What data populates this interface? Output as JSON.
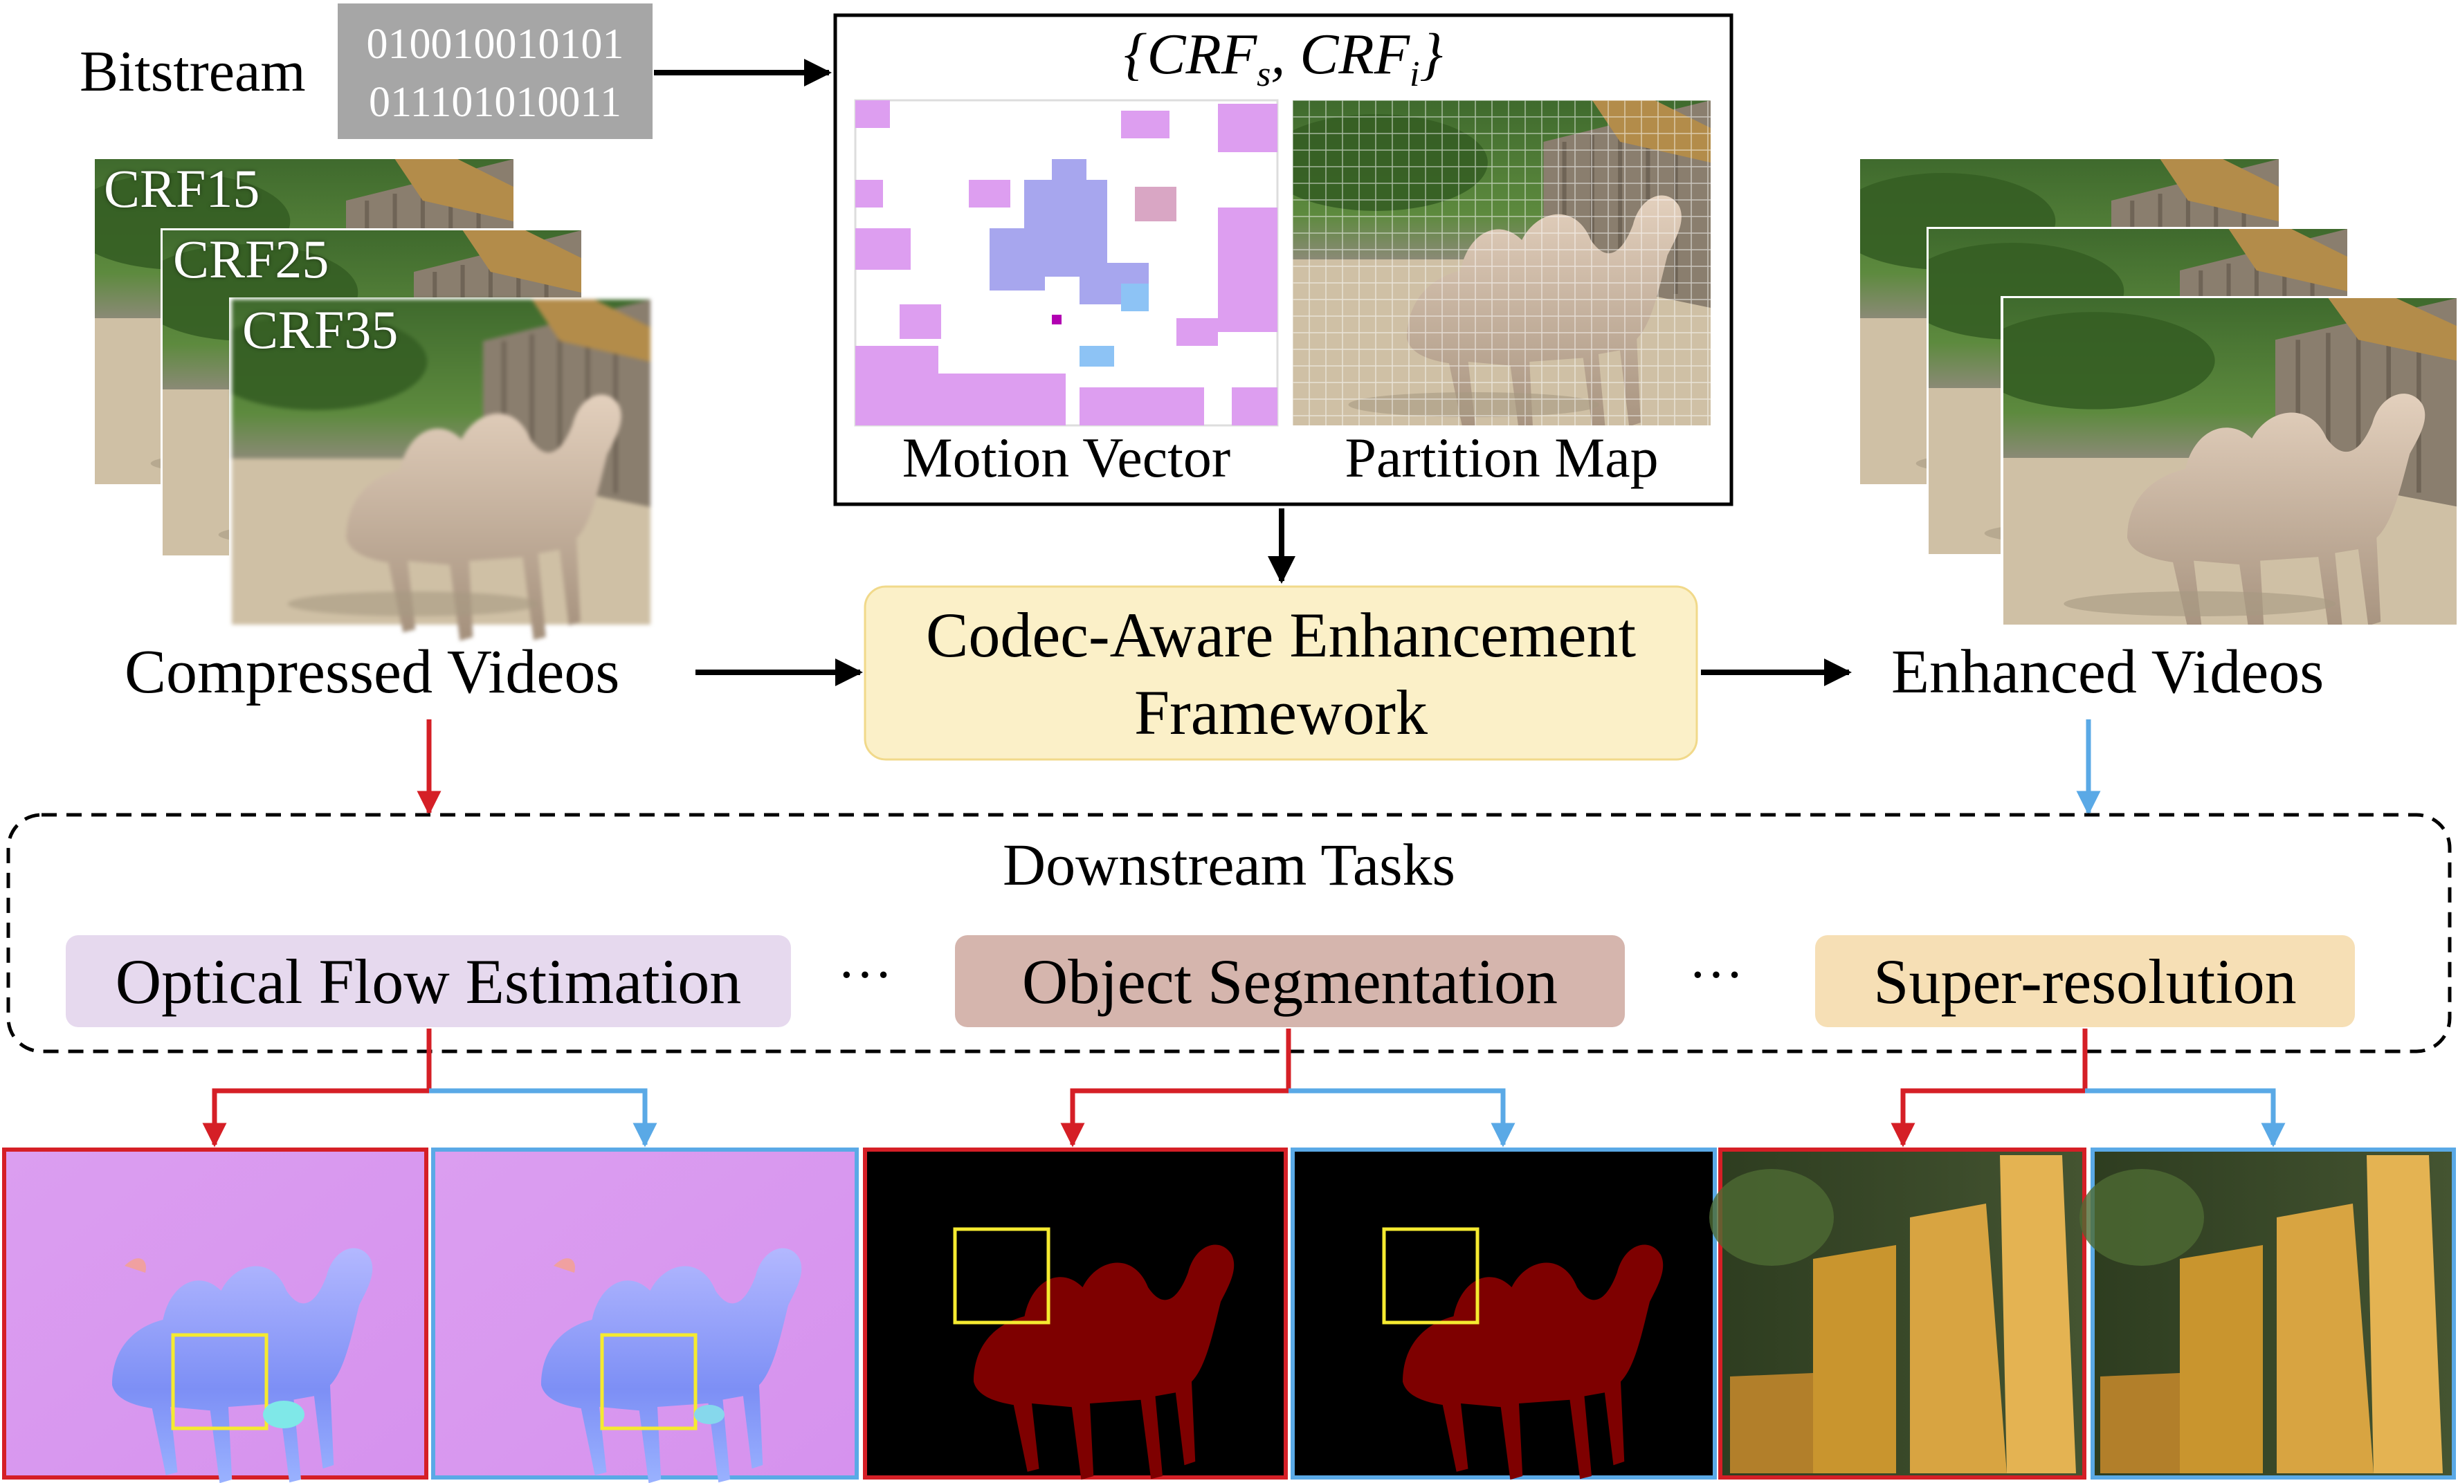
{
  "bitstream": {
    "label": "Bitstream",
    "bits_line1": "010010010101",
    "bits_line2": "011101010011"
  },
  "codec_info": {
    "title": "{CRF_s, CRF_i}",
    "title_main1": "{CRF",
    "title_sub1": "s",
    "title_sep": ", CRF",
    "title_sub2": "i",
    "title_close": "}",
    "motion_vector_label": "Motion Vector",
    "partition_map_label": "Partition Map"
  },
  "compressed": {
    "frames": [
      "CRF15",
      "CRF25",
      "CRF35"
    ],
    "label": "Compressed Videos"
  },
  "framework": {
    "line1": "Codec-Aware Enhancement",
    "line2": "Framework"
  },
  "enhanced": {
    "label": "Enhanced Videos"
  },
  "downstream": {
    "title": "Downstream Tasks",
    "tasks": [
      "Optical Flow Estimation",
      "Object Segmentation",
      "Super-resolution"
    ],
    "ellipsis": "···"
  },
  "colors": {
    "compressed_path": "#d51f26",
    "enhanced_path": "#5aa9e6",
    "framework_fill": "#fbf0c8",
    "flow_task": "#e6d9ee",
    "seg_task": "#d5b5ad",
    "sr_task": "#f6dfb5"
  }
}
